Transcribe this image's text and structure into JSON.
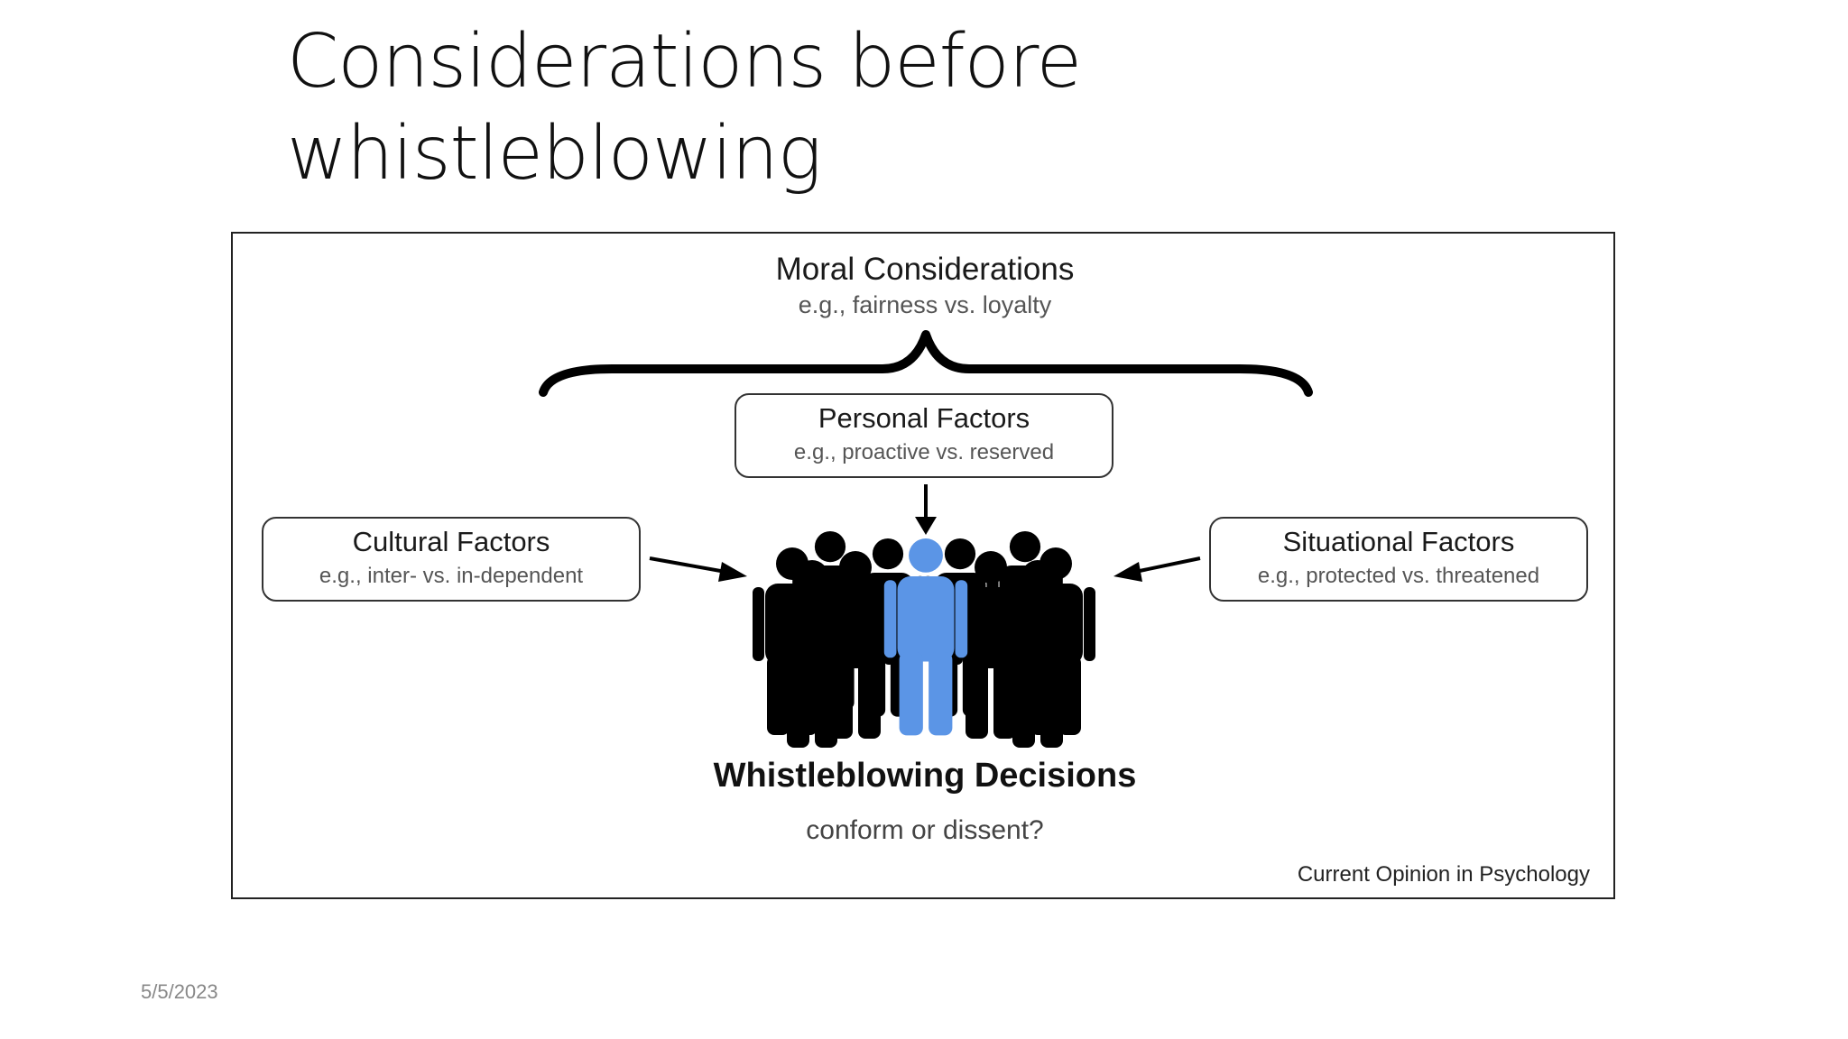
{
  "slide": {
    "title_line1": "Considerations before",
    "title_line2": "whistleblowing",
    "date": "5/5/2023"
  },
  "diagram": {
    "moral": {
      "title": "Moral Considerations",
      "example": "e.g., fairness vs. loyalty"
    },
    "personal": {
      "title": "Personal Factors",
      "example": "e.g., proactive vs. reserved"
    },
    "cultural": {
      "title": "Cultural Factors",
      "example": "e.g., inter- vs. in-dependent"
    },
    "situational": {
      "title": "Situational Factors",
      "example": "e.g., protected vs. threatened"
    },
    "decision": {
      "title": "Whistleblowing Decisions",
      "question": "conform or dissent?"
    },
    "credit": "Current Opinion in Psychology",
    "colors": {
      "crowd": "#000000",
      "highlight_person": "#5b95e6",
      "border": "#333333"
    },
    "icons": [
      "curly-brace-icon",
      "arrow-down-icon",
      "arrow-right-icon",
      "arrow-left-icon",
      "crowd-icon"
    ]
  }
}
